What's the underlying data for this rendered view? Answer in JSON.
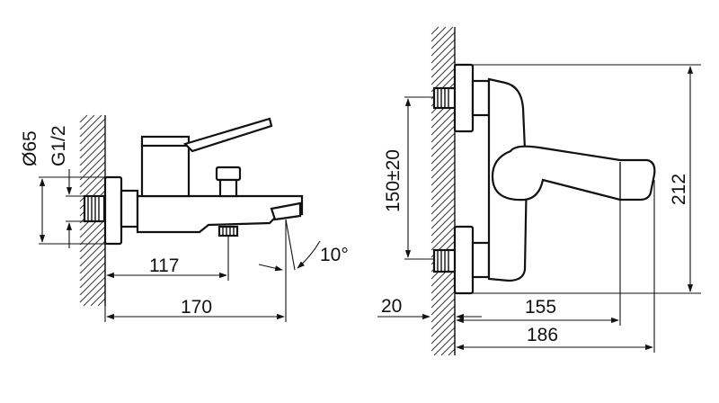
{
  "side_view": {
    "diameter_label": "Ø65",
    "thread_label": "G1/2",
    "dim_inner": "117",
    "dim_outer": "170",
    "angle_label": "10°"
  },
  "front_view": {
    "dim_spacing": "150±20",
    "dim_height": "212",
    "dim_wall": "20",
    "dim_inner_width": "155",
    "dim_outer_width": "186"
  }
}
